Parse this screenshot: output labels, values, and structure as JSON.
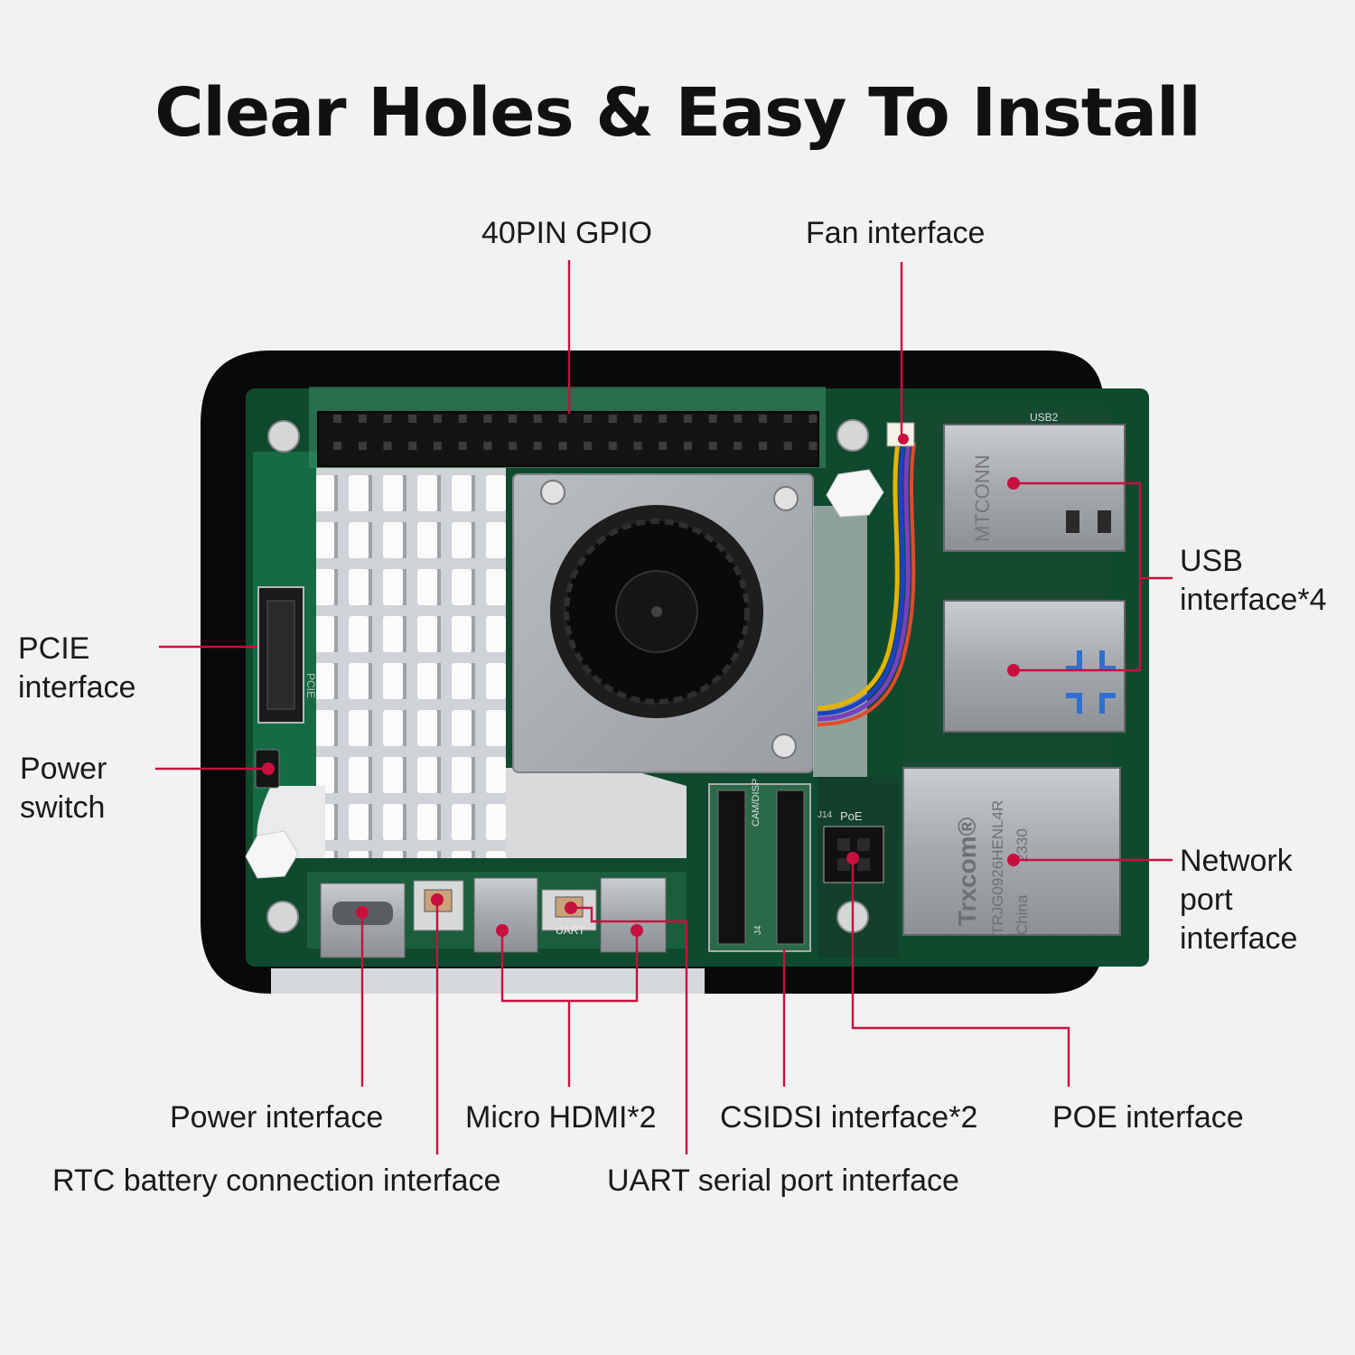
{
  "title": "Clear Holes & Easy To Install",
  "accent_color": "#c8103e",
  "labels": {
    "gpio": "40PIN GPIO",
    "fan": "Fan interface",
    "usb": [
      "USB",
      "interface*4"
    ],
    "pcie": [
      "PCIE",
      "interface"
    ],
    "power_switch": [
      "Power",
      "switch"
    ],
    "network": [
      "Network",
      "port",
      "interface"
    ],
    "power_interface": "Power interface",
    "micro_hdmi": "Micro HDMI*2",
    "csidsi": "CSIDSI interface*2",
    "poe": "POE interface",
    "rtc": "RTC battery connection interface",
    "uart": "UART serial port interface"
  },
  "board_marks": {
    "usb_brand": "MTCONN",
    "usb_port_label": "USB2",
    "eth_brand": "Trxcom®",
    "eth_model": "TRJG0926HENL4R",
    "eth_origin": "China",
    "eth_code": "2330",
    "cam_label": "CAM/DISP",
    "poe_label": "PoE",
    "uart_label": "UART",
    "j4": "J4",
    "j14": "J14",
    "pcie_mark": "PCIE"
  }
}
